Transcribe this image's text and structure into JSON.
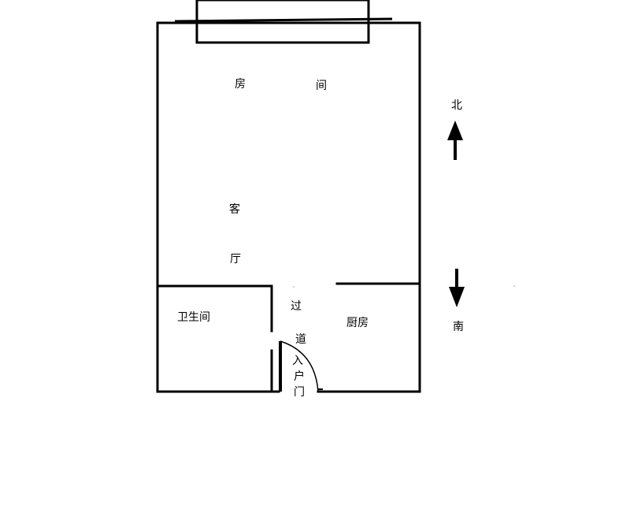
{
  "colors": {
    "wall": "#000000",
    "background": "#ffffff"
  },
  "rooms": {
    "bedroom_char_1": "房",
    "bedroom_char_2": "间",
    "living_char_1": "客",
    "living_char_2": "厅",
    "bathroom": "卫生间",
    "kitchen": "厨房",
    "hall_char_1": "过",
    "hall_char_2": "道",
    "entry_char_1": "入",
    "entry_char_2": "户",
    "entry_char_3": "门"
  },
  "compass": {
    "north": "北",
    "south": "南"
  },
  "icons": {
    "north_arrow": "arrow-up-icon",
    "south_arrow": "arrow-down-icon"
  }
}
